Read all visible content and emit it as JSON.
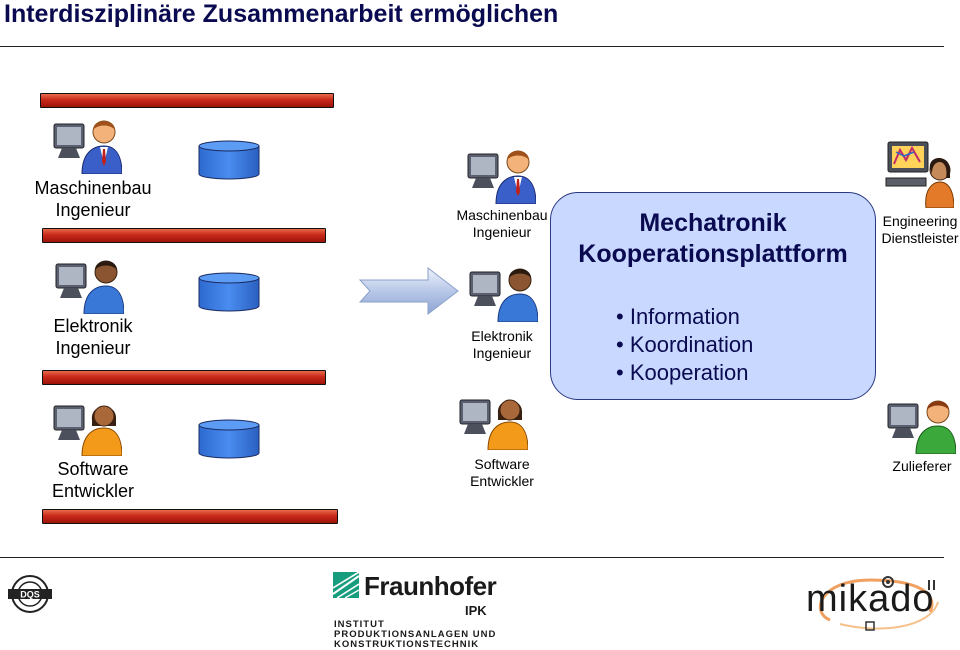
{
  "title": "Interdisziplinäre Zusammenarbeit ermöglichen",
  "left_roles": [
    {
      "line1": "Maschinenbau",
      "line2": "Ingenieur"
    },
    {
      "line1": "Elektronik",
      "line2": "Ingenieur"
    },
    {
      "line1": "Software",
      "line2": "Entwickler"
    }
  ],
  "middle_roles": [
    {
      "line1": "Maschinenbau",
      "line2": "Ingenieur"
    },
    {
      "line1": "Elektronik",
      "line2": "Ingenieur"
    },
    {
      "line1": "Software",
      "line2": "Entwickler"
    }
  ],
  "platform": {
    "title1": "Mechatronik",
    "title2": "Kooperationsplattform",
    "bullets": [
      "Information",
      "Koordination",
      "Kooperation"
    ]
  },
  "right_roles": {
    "engineering1": "Engineering",
    "engineering2": "Dienstleister",
    "supplier": "Zulieferer"
  },
  "footer": {
    "fraunhofer": "Fraunhofer",
    "ipk": "IPK",
    "inst1": "INSTITUT",
    "inst2": "PRODUKTIONSANLAGEN UND",
    "inst3": "KONSTRUKTIONSTECHNIK",
    "mikado": "mikado",
    "dqs": "DQS"
  },
  "colors": {
    "title": "#0a0a50",
    "bar_red": "#c8281a",
    "platform_fill": "#c9d8ff",
    "cylinder": "#3f7fe0",
    "fraunhofer_green": "#179c7d"
  }
}
